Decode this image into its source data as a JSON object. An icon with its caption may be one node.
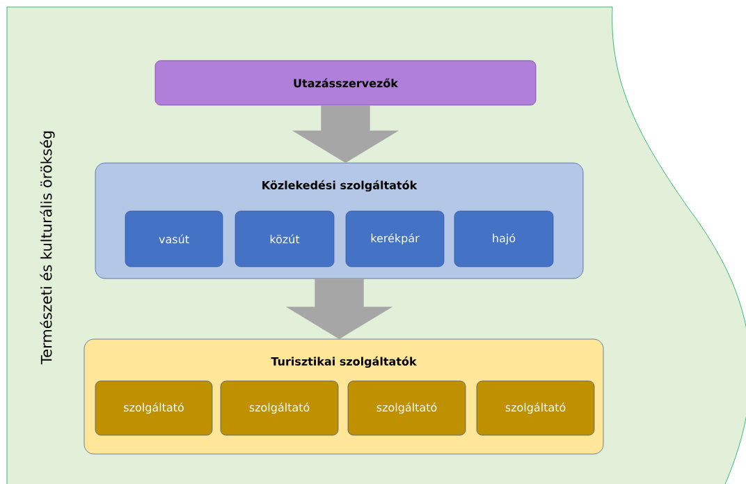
{
  "diagram": {
    "nodes": [
      {
        "text": [
          "Természeti és kulturális örökség"
        ]
      },
      {
        "text": [
          "Utazásszervezők"
        ],
        "in": 0
      },
      {
        "text": [
          "Közlekedési szolgáltatók"
        ],
        "in": 0
      },
      {
        "text": [
          "vasút"
        ],
        "in": 2
      },
      {
        "text": [
          "közút"
        ],
        "in": 2
      },
      {
        "text": [
          "kerékpár"
        ],
        "in": 2
      },
      {
        "text": [
          "hajó"
        ],
        "in": 2
      },
      {
        "text": [
          "Turisztikai szolgáltatók"
        ],
        "in": 0
      },
      {
        "text": [
          "szolgáltató"
        ],
        "in": 7
      },
      {
        "text": [
          "szolgáltató"
        ],
        "in": 7
      },
      {
        "text": [
          "szolgáltató"
        ],
        "in": 7
      },
      {
        "text": [
          "szolgáltató"
        ],
        "in": 7
      }
    ],
    "edges": [
      {
        "from": 1,
        "to": 2,
        "arrow": "to"
      },
      {
        "from": 2,
        "to": 7,
        "arrow": "to"
      }
    ]
  }
}
